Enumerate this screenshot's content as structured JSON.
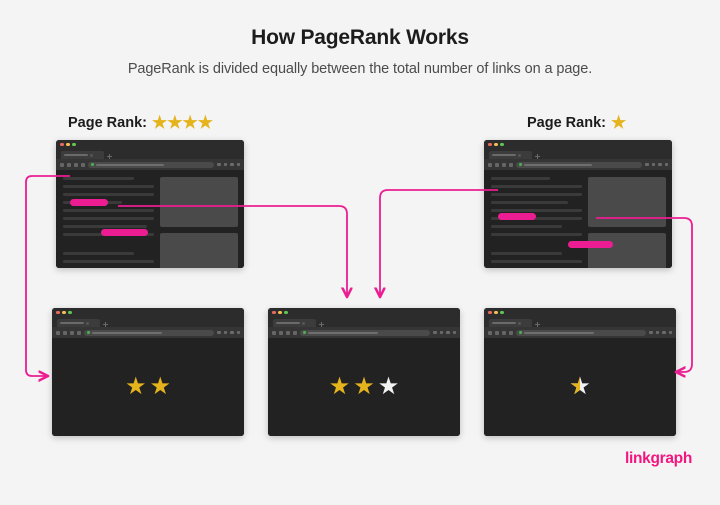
{
  "header": {
    "title": "How PageRank Works",
    "subtitle": "PageRank is divided equally between the total number of links on a page."
  },
  "labels": {
    "left": {
      "text": "Page Rank:",
      "stars": "★★★★",
      "star_count": 4
    },
    "right": {
      "text": "Page Rank:",
      "stars": "★",
      "star_count": 1
    }
  },
  "windows": {
    "top_left": {
      "name": "source-page-four-star",
      "rank": 4,
      "outbound_links": 2
    },
    "top_right": {
      "name": "source-page-one-star",
      "rank": 1,
      "outbound_links": 2
    },
    "bottom_left": {
      "name": "target-page-two-star",
      "stars": [
        "gold",
        "gold"
      ]
    },
    "bottom_middle": {
      "name": "target-page-two-and-half-star",
      "stars": [
        "gold",
        "gold",
        "white"
      ]
    },
    "bottom_right": {
      "name": "target-page-half-star",
      "stars": [
        "half"
      ]
    }
  },
  "glyphs": {
    "star": "★"
  },
  "colors": {
    "background": "#f4f4f4",
    "window": "#222222",
    "link_highlight": "#ec1d92",
    "arrow": "#ec1d92",
    "star_gold": "#e5b31c",
    "star_white": "#f2f2f2",
    "brand": "#f4157f",
    "title_text": "#1c1c1c"
  },
  "brand": {
    "logo": "linkgraph"
  }
}
